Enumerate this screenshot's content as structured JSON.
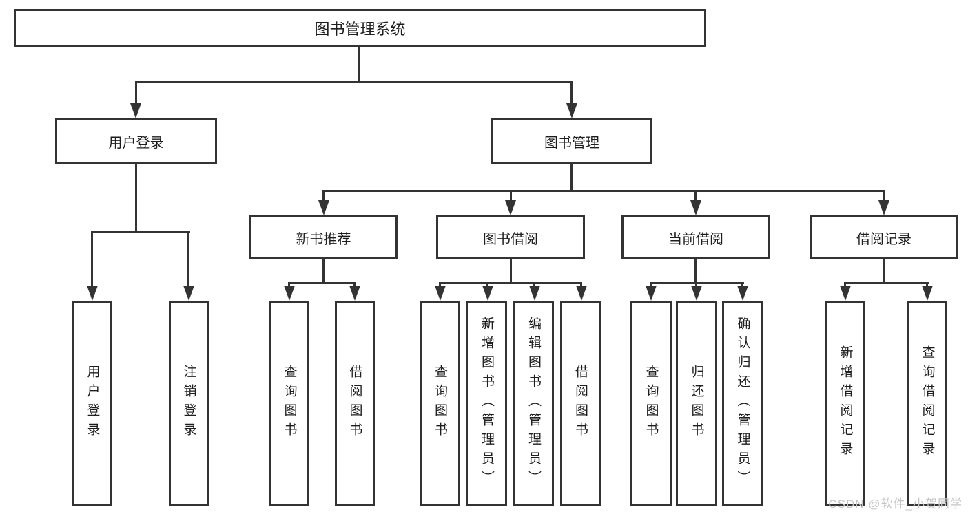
{
  "colors": {
    "line": "#333333",
    "text": "#1e1e1e",
    "watermark": "#c6c6c6",
    "bg": "#ffffff"
  },
  "diagram": {
    "root": "图书管理系统",
    "level2": {
      "user_login": "用户登录",
      "book_management": "图书管理"
    },
    "level3": {
      "new_book_recommend": "新书推荐",
      "book_borrowing": "图书借阅",
      "current_borrowing": "当前借阅",
      "borrowing_records": "借阅记录"
    },
    "leaves": {
      "user_login": "用户登录",
      "logout": "注销登录",
      "recommend_query_books": "查询图书",
      "recommend_borrow_books": "借阅图书",
      "borrowing_query_books": "查询图书",
      "borrowing_add_books": "新增图书（管理员）",
      "borrowing_edit_books": "编辑图书（管理员）",
      "borrowing_borrow_books": "借阅图书",
      "current_query_books": "查询图书",
      "current_return_books": "归还图书",
      "current_confirm_return": "确认归还（管理员）",
      "records_add_record": "新增借阅记录",
      "records_query_record": "查询借阅记录"
    },
    "watermark": "CSDN @软件_小贺同学"
  }
}
